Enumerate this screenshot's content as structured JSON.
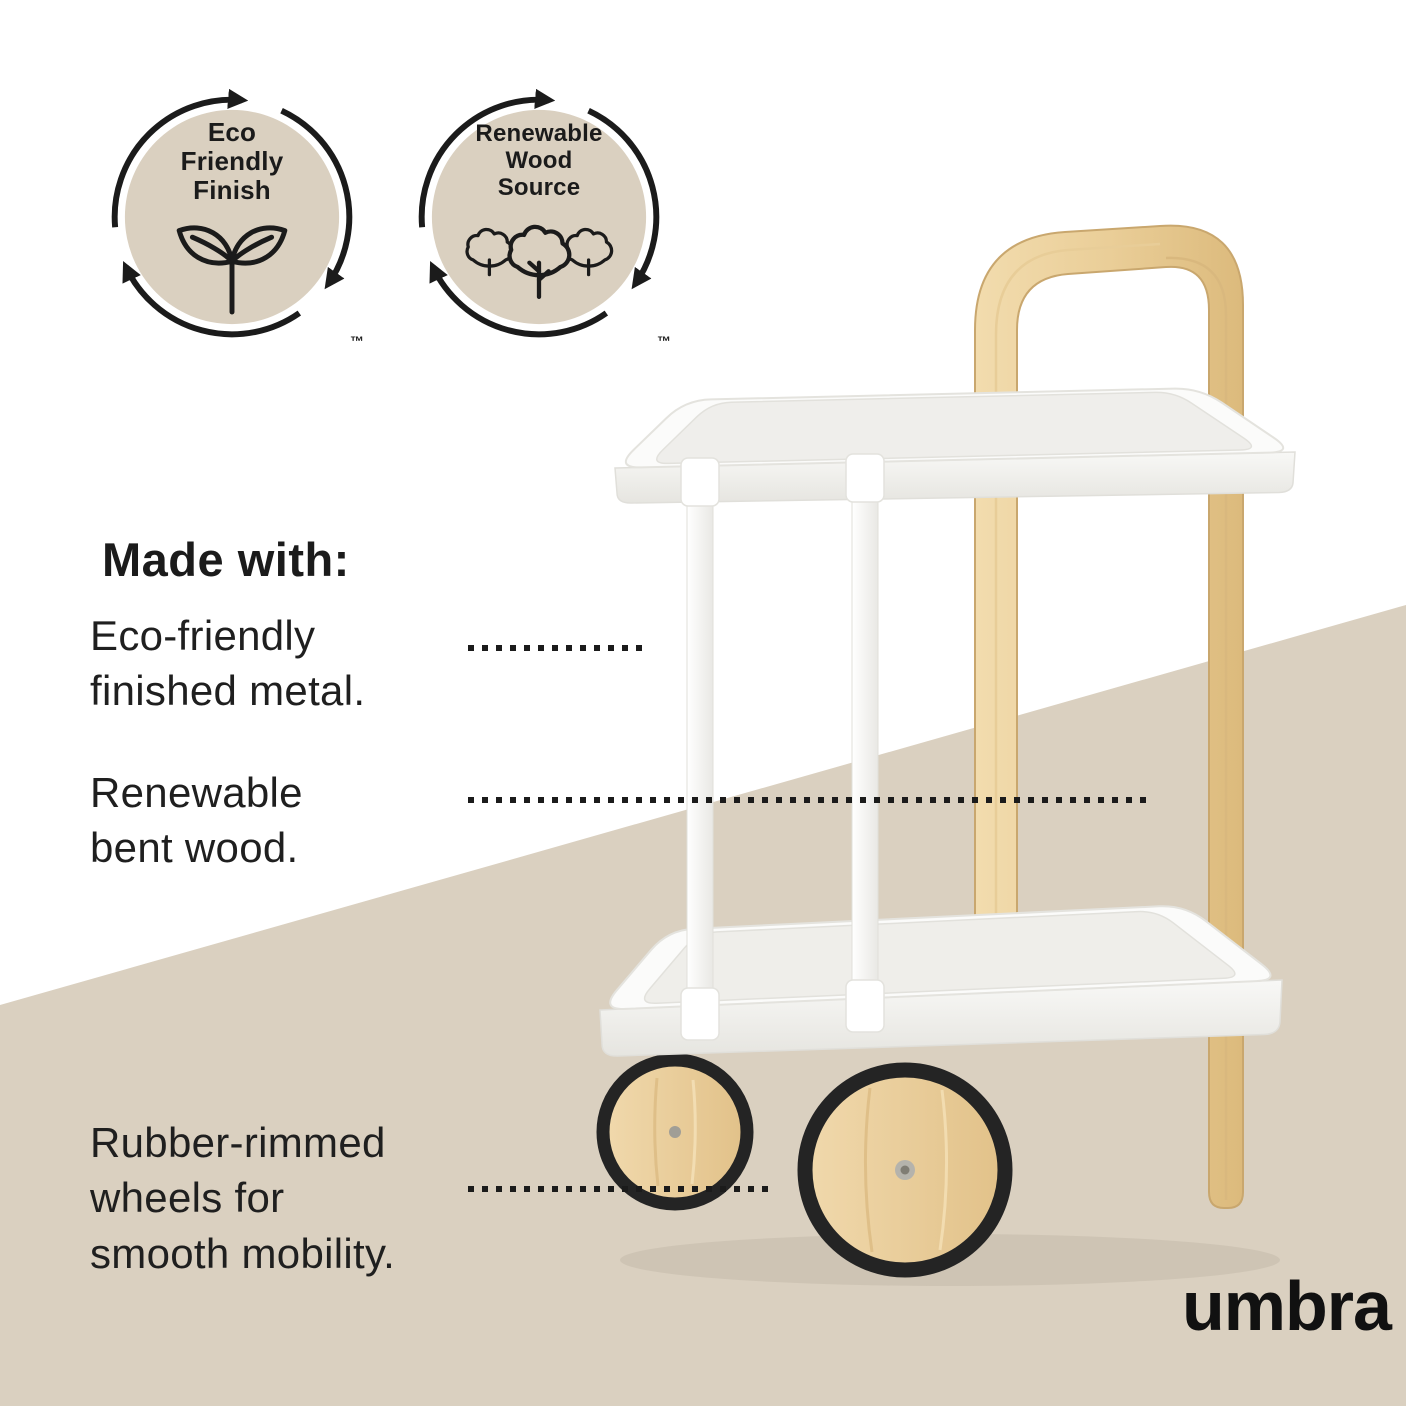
{
  "badges": [
    {
      "name": "eco-friendly-finish",
      "lines": [
        "Eco",
        "Friendly",
        "Finish"
      ],
      "icon": "leaf-sprout-icon",
      "trademark": "™"
    },
    {
      "name": "renewable-wood-source",
      "lines": [
        "Renewable",
        "Wood",
        "Source"
      ],
      "icon": "trees-icon",
      "trademark": "™"
    }
  ],
  "made_with": {
    "title": "Made with:",
    "items": [
      "Eco-friendly finished metal.",
      "Renewable bent wood.",
      "Rubber-rimmed wheels for smooth mobility."
    ]
  },
  "brand": "umbra",
  "colors": {
    "beige": "#dad0c0",
    "wood": "#eccf9d",
    "ink": "#1b1b1b",
    "tray_white": "#fbfbfa"
  }
}
